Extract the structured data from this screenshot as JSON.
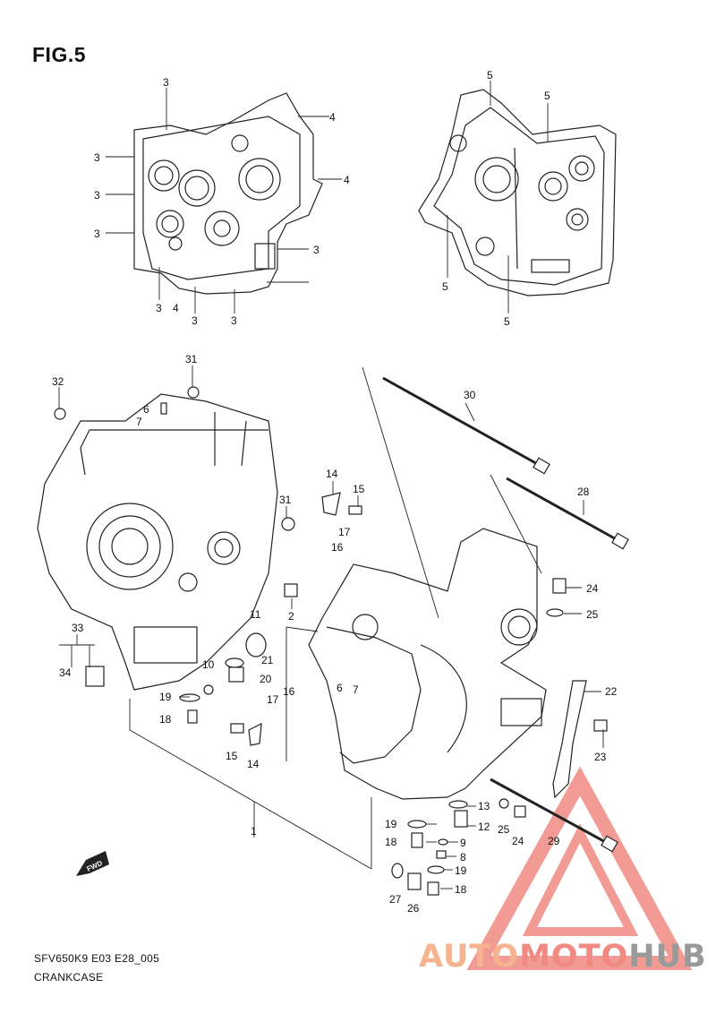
{
  "figure": {
    "title": "FIG.5"
  },
  "footer": {
    "model_code": "SFV650K9 E03 E28_005",
    "section_name": "CRANKCASE"
  },
  "direction_arrow": {
    "label": "FWD"
  },
  "watermark": {
    "auto": "AUTO",
    "moto": "MOTO",
    "hub": "HUB",
    "triangle_color": "#f08a82",
    "hub_color": "#9a9a9a"
  },
  "callouts": [
    "3",
    "4",
    "3",
    "3",
    "3",
    "3",
    "4",
    "3",
    "3",
    "4",
    "3",
    "5",
    "5",
    "5",
    "5",
    "32",
    "31",
    "6",
    "7",
    "31",
    "14",
    "15",
    "17",
    "16",
    "30",
    "28",
    "24",
    "25",
    "2",
    "11",
    "21",
    "10",
    "20",
    "33",
    "34",
    "19",
    "18",
    "17",
    "16",
    "15",
    "14",
    "6",
    "7",
    "22",
    "23",
    "1",
    "13",
    "12",
    "25",
    "24",
    "29",
    "19",
    "18",
    "9",
    "8",
    "19",
    "27",
    "26",
    "18"
  ]
}
